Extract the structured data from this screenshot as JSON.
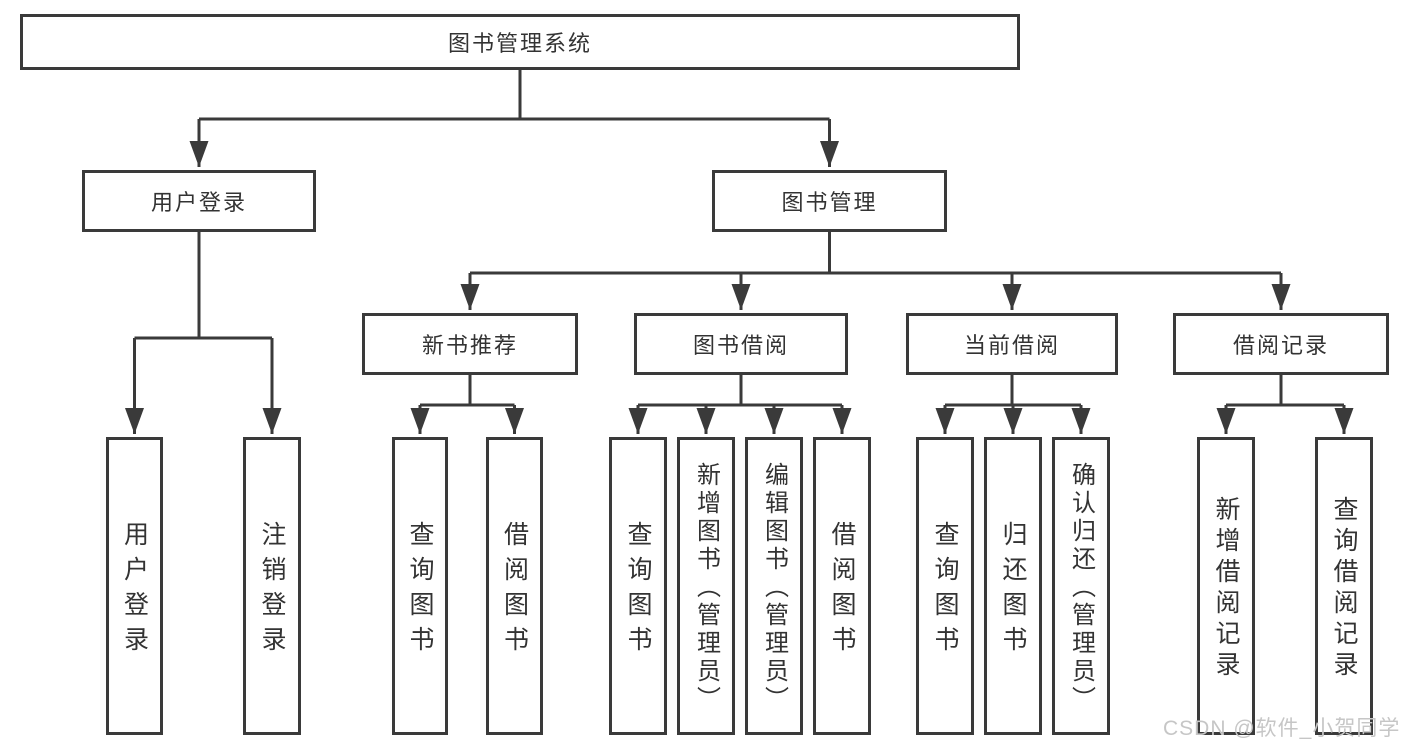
{
  "diagram": {
    "root": {
      "label": "图书管理系统",
      "children": [
        {
          "label": "用户登录",
          "children": [
            {
              "label": "用户登录"
            },
            {
              "label": "注销登录"
            }
          ]
        },
        {
          "label": "图书管理",
          "children": [
            {
              "label": "新书推荐",
              "children": [
                {
                  "label": "查询图书"
                },
                {
                  "label": "借阅图书"
                }
              ]
            },
            {
              "label": "图书借阅",
              "children": [
                {
                  "label": "查询图书"
                },
                {
                  "label": "新增图书（管理员）"
                },
                {
                  "label": "编辑图书（管理员）"
                },
                {
                  "label": "借阅图书"
                }
              ]
            },
            {
              "label": "当前借阅",
              "children": [
                {
                  "label": "查询图书"
                },
                {
                  "label": "归还图书"
                },
                {
                  "label": "确认归还（管理员）"
                }
              ]
            },
            {
              "label": "借阅记录",
              "children": [
                {
                  "label": "新增借阅记录"
                },
                {
                  "label": "查询借阅记录"
                }
              ]
            }
          ]
        }
      ]
    }
  },
  "watermark": {
    "text": "CSDN @软件_小贺同学"
  },
  "colors": {
    "line": "#3a3a3a",
    "box_border": "#3a3a3a",
    "box_fill": "#ffffff",
    "text": "#333333",
    "watermark_text": "#c6c6c6",
    "background": "#ffffff"
  }
}
